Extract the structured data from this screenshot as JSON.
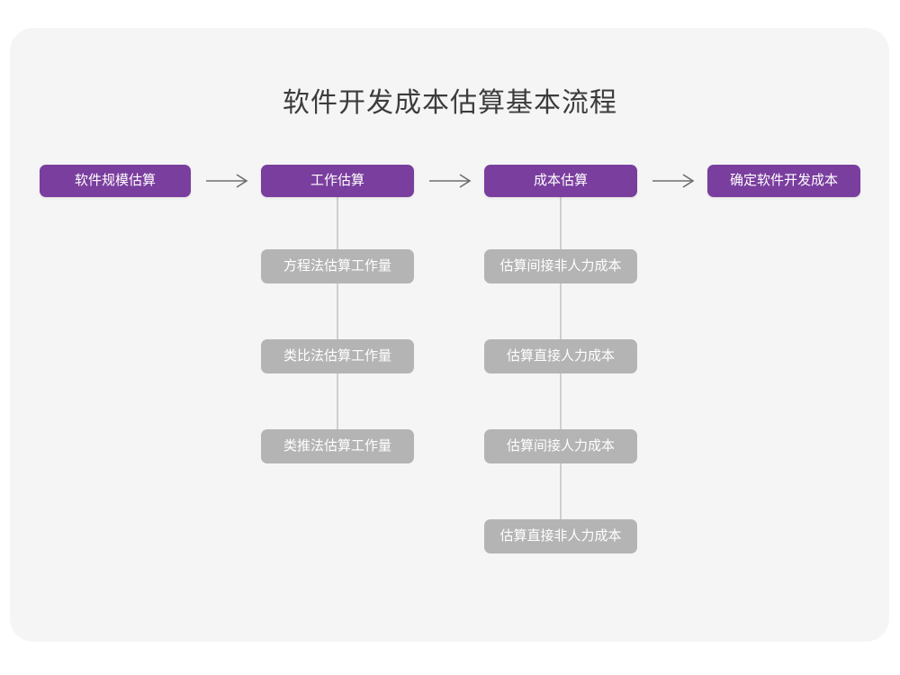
{
  "figure": {
    "title": "软件开发成本估算基本流程",
    "background_color": "#ffffff",
    "card_color": "#f5f5f5",
    "title_color": "#3c3c3c",
    "stage_color": "#7a3e9e",
    "sub_color": "#b4b4b4",
    "connector_color": "#cfcfcf",
    "arrow_color": "#6e6e6e"
  },
  "chart_data": {
    "type": "diagram",
    "title": "软件开发成本估算基本流程",
    "orientation": "left-to-right main flow with vertical sub-lists",
    "stages": [
      {
        "id": "stage-1",
        "label": "软件规模估算",
        "children": []
      },
      {
        "id": "stage-2",
        "label": "工作估算",
        "children": [
          "方程法估算工作量",
          "类比法估算工作量",
          "类推法估算工作量"
        ]
      },
      {
        "id": "stage-3",
        "label": "成本估算",
        "children": [
          "估算间接非人力成本",
          "估算直接人力成本",
          "估算间接人力成本",
          "估算直接非人力成本"
        ]
      },
      {
        "id": "stage-4",
        "label": "确定软件开发成本",
        "children": []
      }
    ],
    "arrows": [
      {
        "from": "stage-1",
        "to": "stage-2",
        "glyph": "arrow-right"
      },
      {
        "from": "stage-2",
        "to": "stage-3",
        "glyph": "arrow-right"
      },
      {
        "from": "stage-3",
        "to": "stage-4",
        "glyph": "arrow-right"
      }
    ]
  }
}
